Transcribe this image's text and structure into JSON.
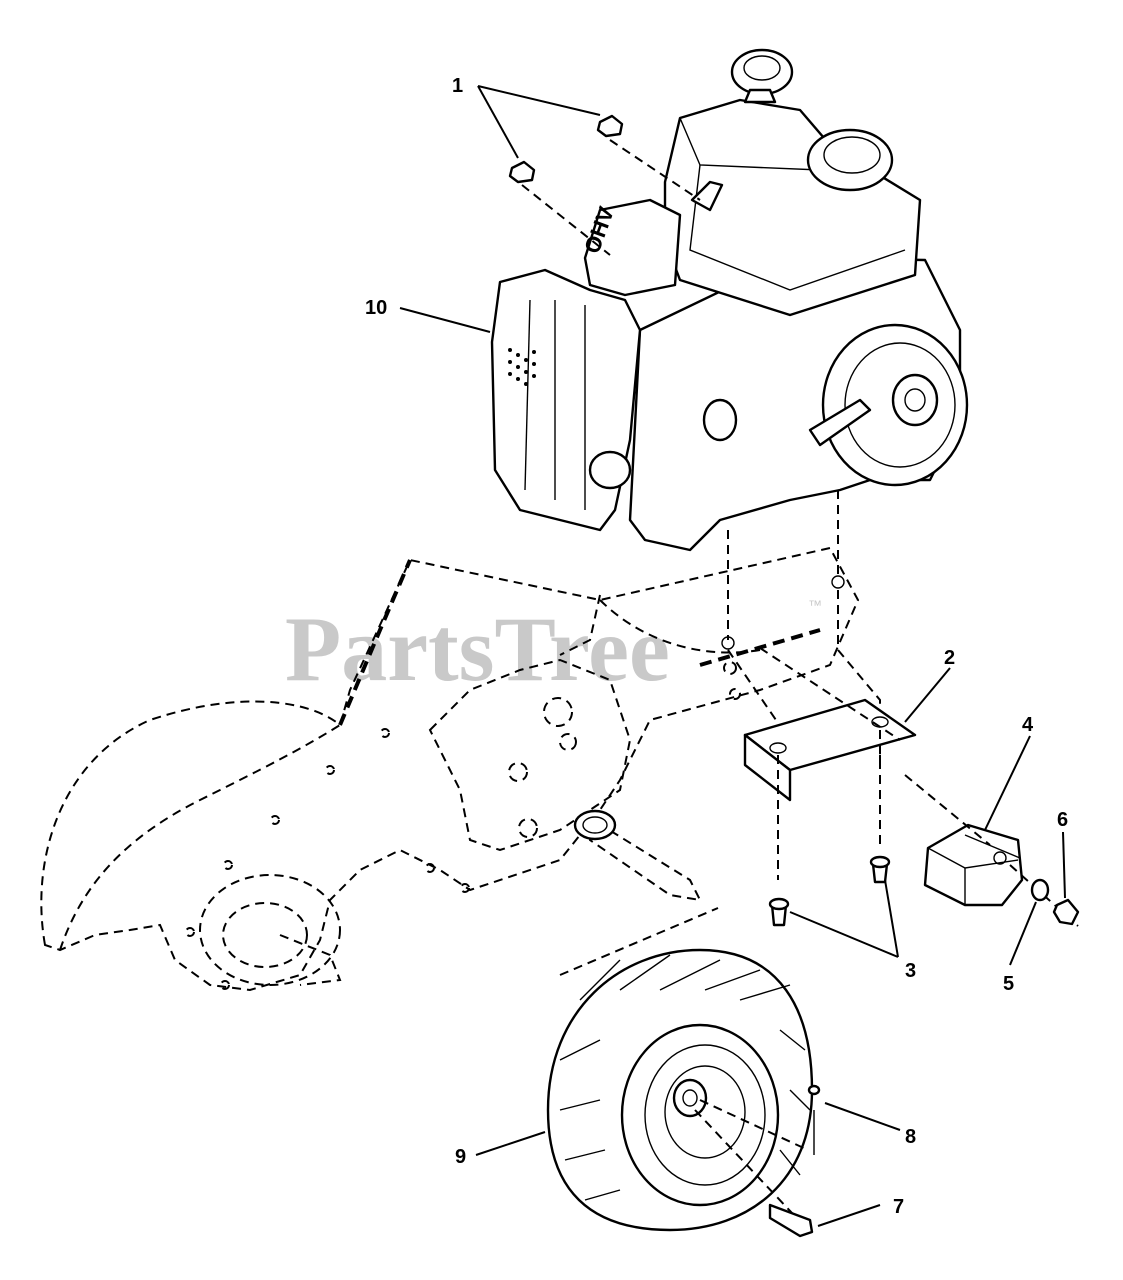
{
  "watermark": {
    "text": "PartsTree",
    "trademark": "™"
  },
  "engine": {
    "badge": "OHV"
  },
  "callouts": [
    {
      "id": "1",
      "label": "1"
    },
    {
      "id": "2",
      "label": "2"
    },
    {
      "id": "3",
      "label": "3"
    },
    {
      "id": "4",
      "label": "4"
    },
    {
      "id": "5",
      "label": "5"
    },
    {
      "id": "6",
      "label": "6"
    },
    {
      "id": "7",
      "label": "7"
    },
    {
      "id": "8",
      "label": "8"
    },
    {
      "id": "9",
      "label": "9"
    },
    {
      "id": "10",
      "label": "10"
    }
  ]
}
